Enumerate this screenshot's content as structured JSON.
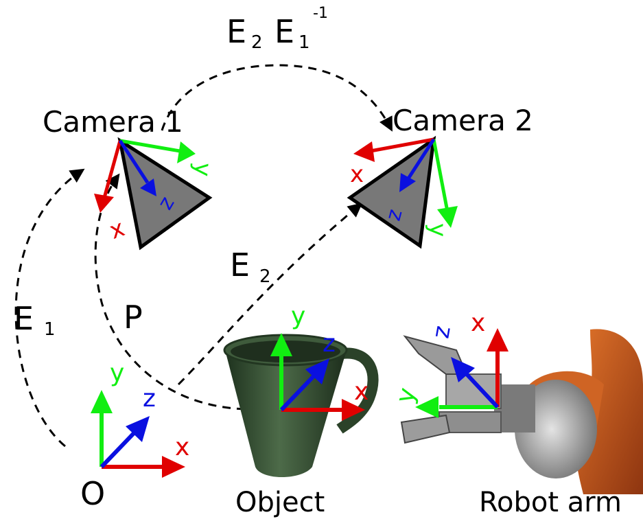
{
  "labels": {
    "camera1": "Camera 1",
    "camera2": "Camera 2",
    "origin": "O",
    "object": "Object",
    "robot_arm": "Robot arm",
    "transform_top_main": "E",
    "transform_top_sub2": "2",
    "transform_top_main2": "E",
    "transform_top_sub1": "1",
    "transform_top_sup": "-1",
    "e1_main": "E",
    "e1_sub": "1",
    "e2_main": "E",
    "e2_sub": "2",
    "p": "P"
  },
  "axes": {
    "x": "x",
    "y": "y",
    "z": "z"
  },
  "colors": {
    "x_axis": "#e00000",
    "y_axis": "#11ee11",
    "z_axis": "#0a10e0",
    "camera_fill": "#777777",
    "mug": "#2f4a2e",
    "robot_orange": "#c8561a",
    "robot_grey": "#b5b5b5"
  }
}
